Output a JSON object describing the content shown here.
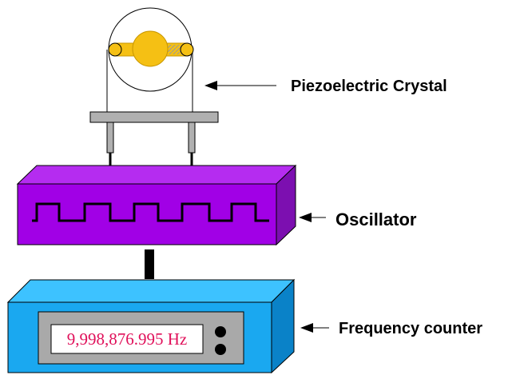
{
  "labels": {
    "crystal": "Piezoelectric Crystal",
    "oscillator": "Oscillator",
    "counter": "Frequency counter"
  },
  "counter_display": {
    "reading": "9,998,876.995 Hz"
  },
  "colors": {
    "oscillator_front": "#a100e6",
    "oscillator_top": "#b52cf0",
    "oscillator_side": "#7c0fb0",
    "counter_front": "#1aa8f0",
    "counter_top": "#3dc2ff",
    "counter_side": "#0a82c8",
    "panel_gray": "#a9a9a9",
    "crystal_gold": "#f5c014",
    "readout_text": "#e0105a",
    "stand_gray": "#b0b0b0"
  },
  "icons": {
    "arrow": "left-arrow-icon",
    "wave": "square-wave-icon",
    "knob": "knob-icon"
  }
}
